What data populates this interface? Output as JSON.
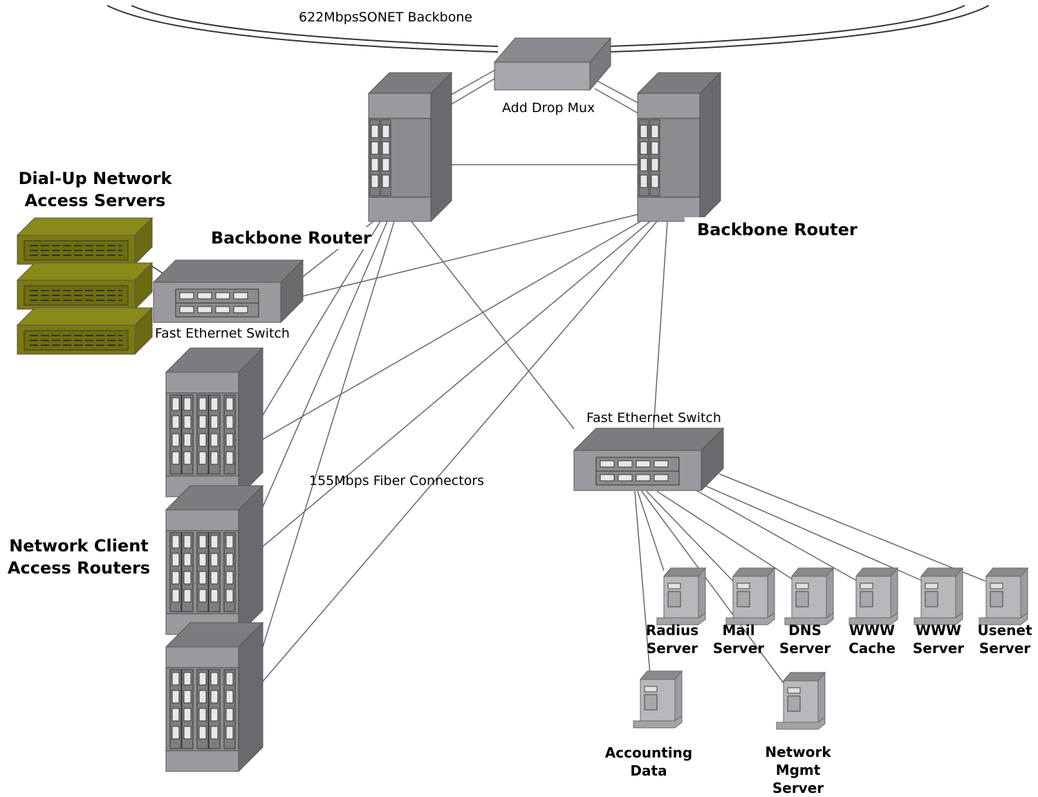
{
  "backbone": {
    "label": "622MbpsSONET Backbone"
  },
  "adm": {
    "label": "Add Drop Mux"
  },
  "backbone_routers": {
    "left_label": "Backbone Router",
    "right_label": "Backbone Router"
  },
  "dialup": {
    "line1": "Dial-Up Network",
    "line2": "Access Servers"
  },
  "switches": {
    "left_label": "Fast Ethernet Switch",
    "right_label": "Fast Ethernet Switch"
  },
  "fiber": {
    "label": "155Mbps Fiber Connectors"
  },
  "client_routers": {
    "line1": "Network Client",
    "line2": "Access Routers"
  },
  "servers": [
    {
      "line1": "Radius",
      "line2": "Server"
    },
    {
      "line1": "Mail",
      "line2": "Server"
    },
    {
      "line1": "DNS",
      "line2": "Server"
    },
    {
      "line1": "WWW",
      "line2": "Cache"
    },
    {
      "line1": "WWW",
      "line2": "Server"
    },
    {
      "line1": "Usenet",
      "line2": "Server"
    }
  ],
  "accounting": {
    "line1": "Accounting",
    "line2": "Data"
  },
  "mgmt": {
    "line1": "Network",
    "line2": "Mgmt",
    "line3": "Server"
  },
  "colors": {
    "device_gray": "#9a9a9e",
    "device_top": "#808084",
    "dialup_olive": "#7a7a10",
    "line": "#666666"
  }
}
